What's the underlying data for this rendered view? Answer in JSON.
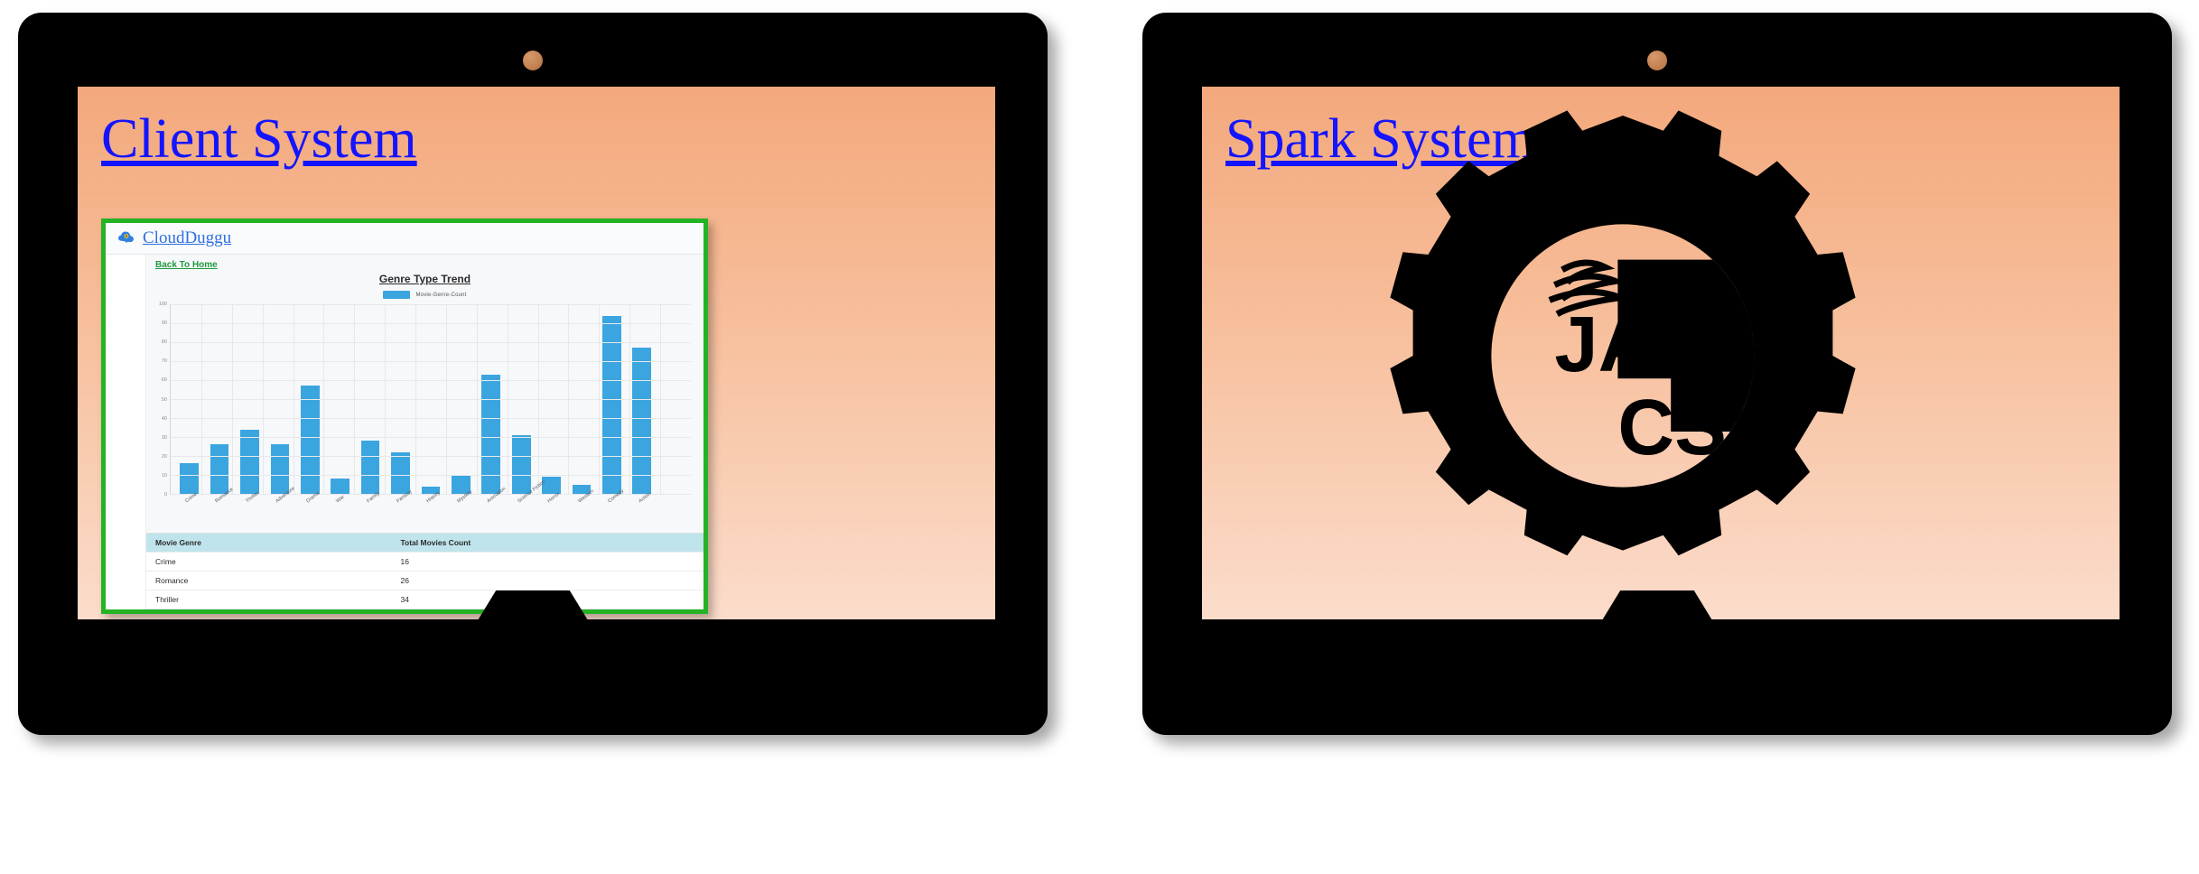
{
  "monitors": [
    {
      "id": "client",
      "screen_title": "Client System"
    },
    {
      "id": "spark",
      "screen_title": "Spark System"
    }
  ],
  "browser": {
    "brand": "CloudDuggu",
    "brand_icon": "cloudduggu-logo-icon",
    "back_link": "Back To Home"
  },
  "chart_data": {
    "type": "bar",
    "title": "Genre Type Trend",
    "xlabel": "",
    "ylabel": "",
    "ylim": [
      0,
      100
    ],
    "grid": true,
    "legend_position": "top-center",
    "legend": [
      "Movie-Genre-Count"
    ],
    "yticks": [
      0,
      10,
      20,
      30,
      40,
      50,
      60,
      70,
      80,
      90,
      100
    ],
    "bar_color": "#3ba5e0",
    "categories": [
      "Crime",
      "Romance",
      "Thriller",
      "Adventure",
      "Drama",
      "War",
      "Family",
      "Fantasy",
      "History",
      "Mystery",
      "Animation",
      "Science Fiction",
      "Horror",
      "Western",
      "Comedy",
      "Action"
    ],
    "values": [
      16,
      26,
      34,
      26,
      57,
      8,
      28,
      22,
      4,
      10,
      63,
      31,
      9,
      5,
      94,
      77
    ],
    "series": [
      {
        "name": "Movie-Genre-Count",
        "values": [
          16,
          26,
          34,
          26,
          57,
          8,
          28,
          22,
          4,
          10,
          63,
          31,
          9,
          5,
          94,
          77
        ]
      }
    ]
  },
  "table": {
    "headers": [
      "Movie Genre",
      "Total Movies Count"
    ],
    "rows": [
      [
        "Crime",
        "16"
      ],
      [
        "Romance",
        "26"
      ],
      [
        "Thriller",
        "34"
      ]
    ]
  },
  "gear_graphic": {
    "name": "jar-csv-gear-icon",
    "label_top": "JAR",
    "label_bottom": "CSV"
  },
  "colors": {
    "screen_gradient_top": "#f3a87c",
    "screen_gradient_bottom": "#fbdccb",
    "title_link": "#1414ff",
    "card_border": "#24b324",
    "bar": "#3ba5e0",
    "table_header": "#bfe4ec",
    "back_link": "#1f9a3f",
    "brand_link": "#2f6fe0",
    "bezel": "#000000"
  }
}
